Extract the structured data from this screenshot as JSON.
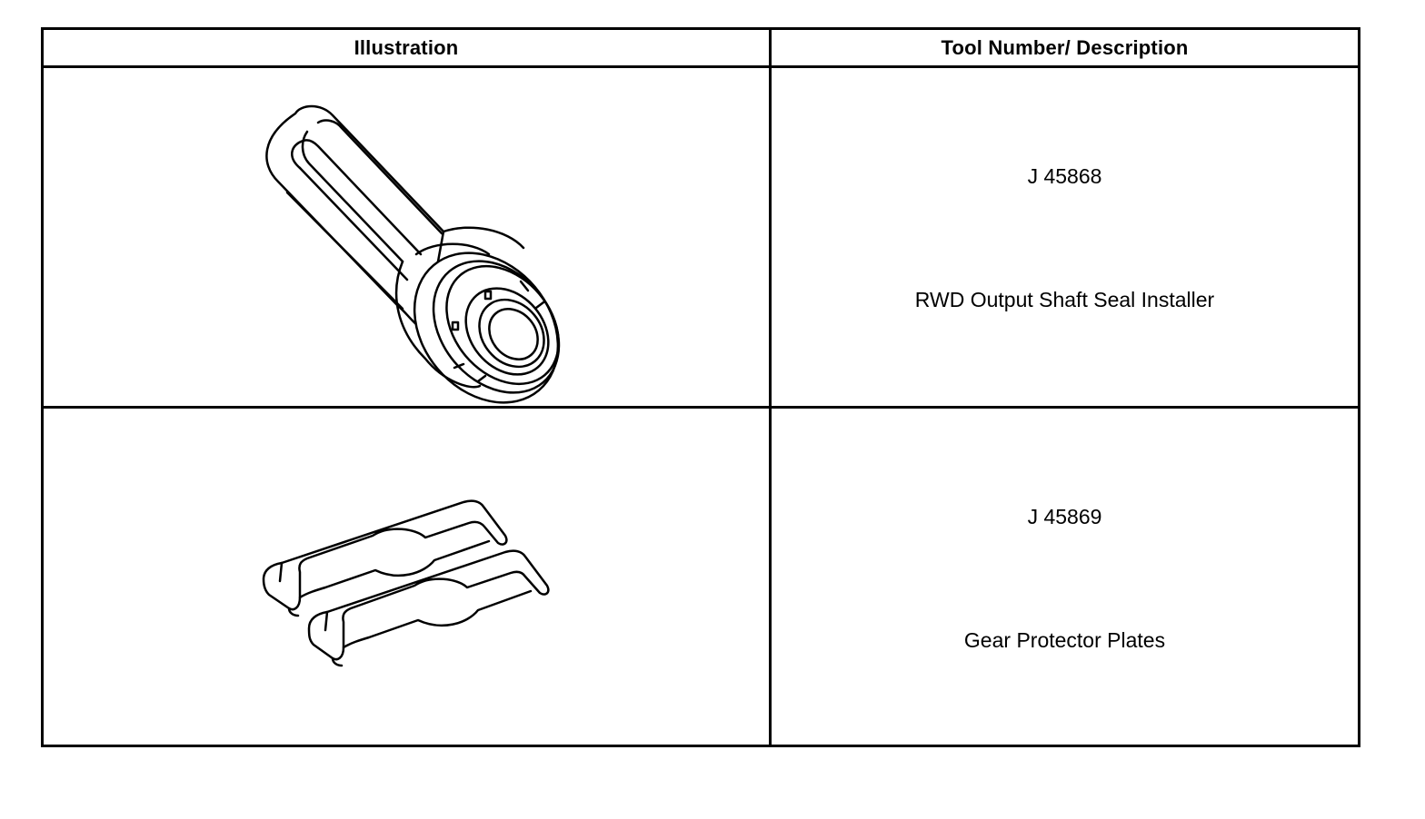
{
  "table": {
    "headers": {
      "illustration": "Illustration",
      "tool": "Tool Number/ Description"
    },
    "rows": [
      {
        "illustration_icon": "seal-installer-drawing",
        "tool_number": "J 45868",
        "description": "RWD Output Shaft Seal Installer"
      },
      {
        "illustration_icon": "gear-protector-plates-drawing",
        "tool_number": "J 45869",
        "description": "Gear Protector Plates"
      }
    ]
  }
}
